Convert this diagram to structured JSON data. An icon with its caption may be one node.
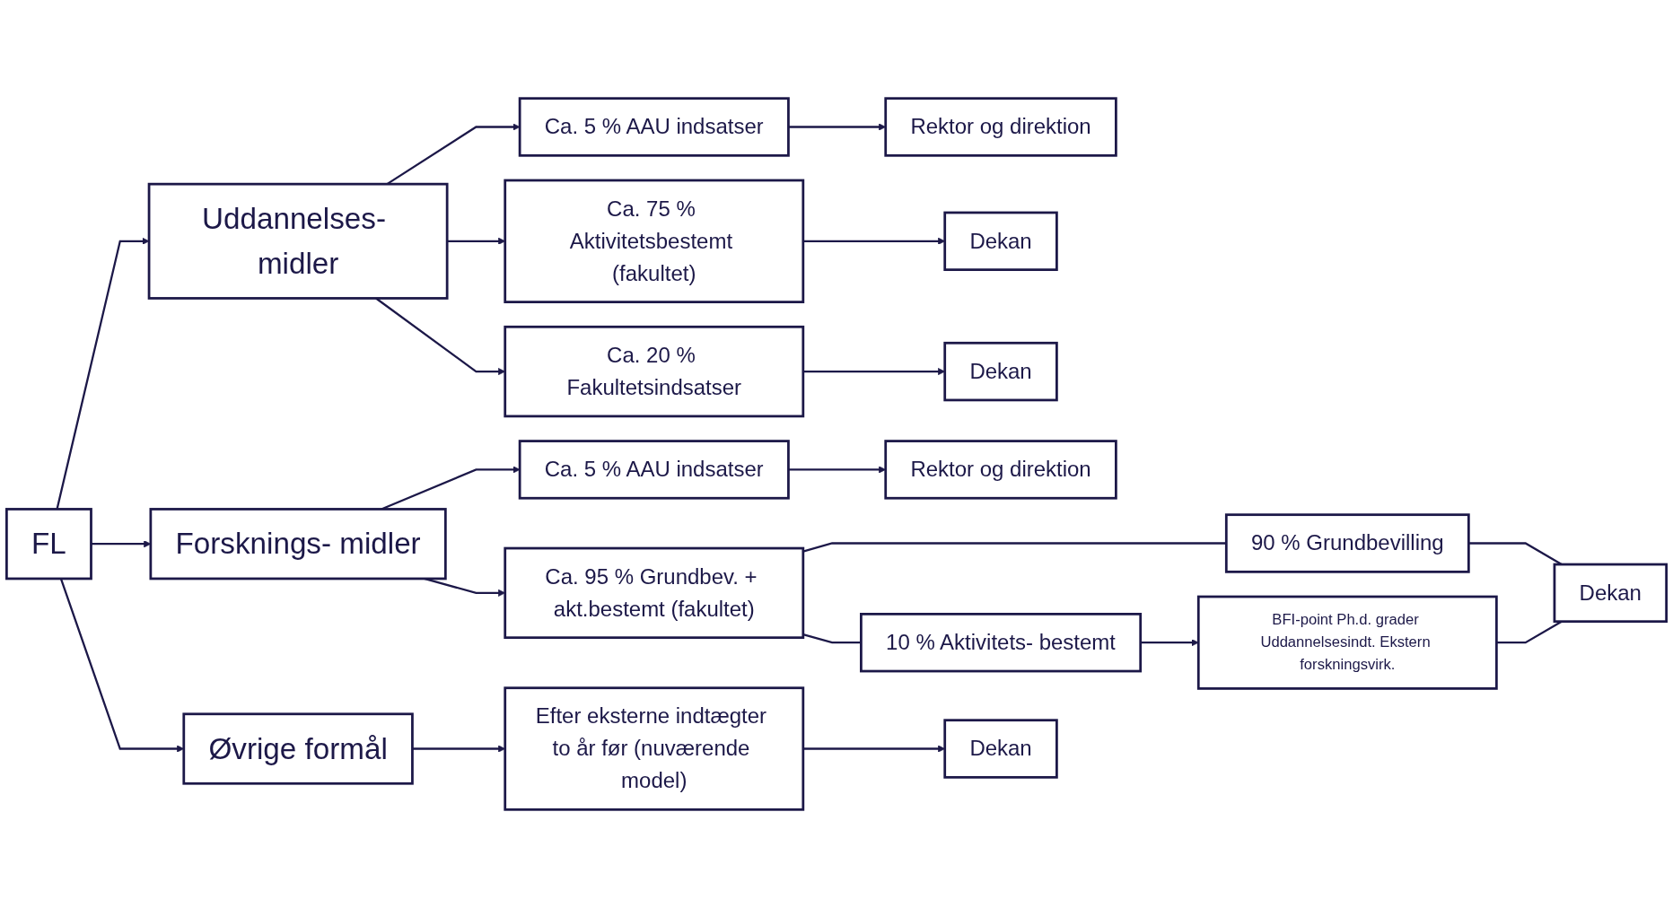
{
  "diagram": {
    "nodes": [
      {
        "text": [
          "FL"
        ]
      },
      {
        "text": [
          "Uddannelses- midler"
        ]
      },
      {
        "text": [
          "Forsknings- midler"
        ]
      },
      {
        "text": [
          "Øvrige formål"
        ]
      },
      {
        "text": [
          "Ca. 5 % AAU indsatser"
        ]
      },
      {
        "text": [
          "Ca. 75 % Aktivitetsbestemt (fakultet)"
        ]
      },
      {
        "text": [
          "Ca. 20 % Fakultetsindsatser"
        ]
      },
      {
        "text": [
          "Ca. 5 % AAU indsatser"
        ]
      },
      {
        "text": [
          "Ca. 95 % Grundbev. + akt.bestemt (fakultet)"
        ]
      },
      {
        "text": [
          "90 % Grundbevilling"
        ]
      },
      {
        "text": [
          "10 % Aktivitets- bestemt"
        ]
      },
      {
        "text": [
          "BFI-point Ph.d. grader Uddannelsesindt. Ekstern forskningsvirk."
        ]
      },
      {
        "text": [
          "Efter eksterne indtægter to år før (nuværende model)"
        ]
      },
      {
        "text": [
          "Rektor og direktion"
        ]
      },
      {
        "text": [
          "Dekan"
        ]
      },
      {
        "text": [
          "Dekan"
        ]
      },
      {
        "text": [
          "Rektor og direktion"
        ]
      },
      {
        "text": [
          "Dekan"
        ]
      },
      {
        "text": [
          "Dekan"
        ]
      }
    ],
    "edges": [
      {
        "from": 0,
        "to": 1,
        "arrow": "to"
      },
      {
        "from": 0,
        "to": 2,
        "arrow": "to"
      },
      {
        "from": 0,
        "to": 3,
        "arrow": "to"
      },
      {
        "from": 1,
        "to": 4,
        "arrow": "to"
      },
      {
        "from": 1,
        "to": 5,
        "arrow": "to"
      },
      {
        "from": 1,
        "to": 6,
        "arrow": "to"
      },
      {
        "from": 2,
        "to": 7,
        "arrow": "to"
      },
      {
        "from": 2,
        "to": 8,
        "arrow": "to"
      },
      {
        "from": 3,
        "to": 12,
        "arrow": "to"
      },
      {
        "from": 4,
        "to": 13,
        "arrow": "to"
      },
      {
        "from": 5,
        "to": 14,
        "arrow": "to"
      },
      {
        "from": 6,
        "to": 15,
        "arrow": "to"
      },
      {
        "from": 7,
        "to": 16,
        "arrow": "to"
      },
      {
        "from": 8,
        "to": 9,
        "arrow": "none"
      },
      {
        "from": 8,
        "to": 10,
        "arrow": "none"
      },
      {
        "from": 10,
        "to": 11,
        "arrow": "to"
      },
      {
        "from": 9,
        "to": 17,
        "arrow": "none"
      },
      {
        "from": 11,
        "to": 17,
        "arrow": "none"
      },
      {
        "from": 12,
        "to": 18,
        "arrow": "to"
      }
    ]
  }
}
